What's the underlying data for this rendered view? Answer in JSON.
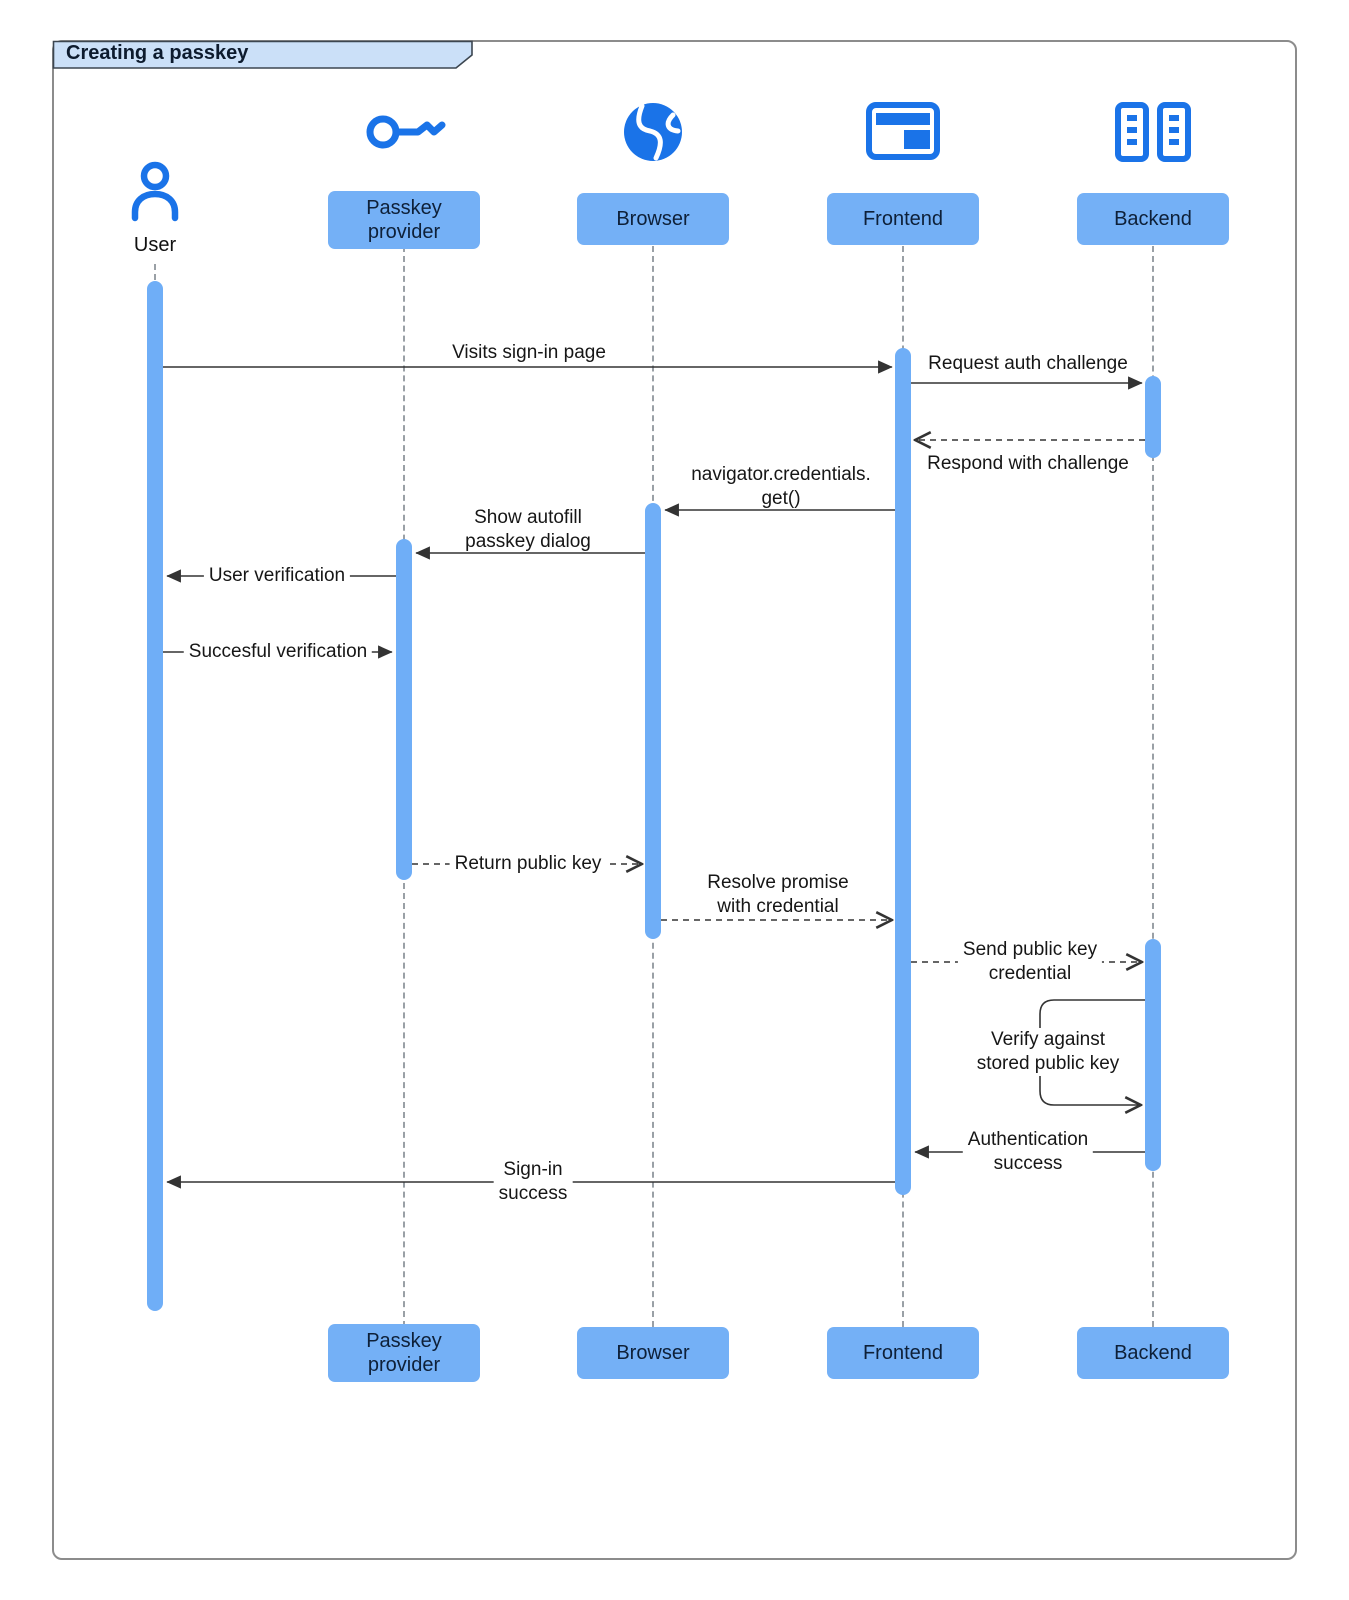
{
  "frame": {
    "title": "Creating a passkey"
  },
  "actors": {
    "user": {
      "label": "User"
    },
    "passkey": {
      "label": "Passkey\nprovider"
    },
    "browser": {
      "label": "Browser"
    },
    "frontend": {
      "label": "Frontend"
    },
    "backend": {
      "label": "Backend"
    }
  },
  "messages": {
    "visits": {
      "label": "Visits sign-in page",
      "from": "User",
      "to": "Frontend",
      "line": "solid"
    },
    "request_challenge": {
      "label": "Request auth challenge",
      "from": "Frontend",
      "to": "Backend",
      "line": "solid"
    },
    "respond_challenge": {
      "label": "Respond with challenge",
      "from": "Backend",
      "to": "Frontend",
      "line": "dashed"
    },
    "navigator_get": {
      "label": "navigator.credentials.\nget()",
      "from": "Frontend",
      "to": "Browser",
      "line": "solid"
    },
    "show_autofill": {
      "label": "Show autofill\npasskey dialog",
      "from": "Browser",
      "to": "Passkey provider",
      "line": "solid"
    },
    "user_verification": {
      "label": "User verification",
      "from": "Passkey provider",
      "to": "User",
      "line": "solid"
    },
    "successful_verification": {
      "label": "Succesful verification",
      "from": "User",
      "to": "Passkey provider",
      "line": "solid"
    },
    "return_public_key": {
      "label": "Return public key",
      "from": "Passkey provider",
      "to": "Browser",
      "line": "dashed"
    },
    "resolve_promise": {
      "label": "Resolve promise\nwith credential",
      "from": "Browser",
      "to": "Frontend",
      "line": "dashed"
    },
    "send_public_key": {
      "label": "Send public key\ncredential",
      "from": "Frontend",
      "to": "Backend",
      "line": "dashed"
    },
    "verify_stored": {
      "label": "Verify against\nstored public key",
      "from": "Backend",
      "to": "Backend",
      "line": "self"
    },
    "auth_success": {
      "label": "Authentication\nsuccess",
      "from": "Backend",
      "to": "Frontend",
      "line": "solid"
    },
    "signin_success": {
      "label": "Sign-in\nsuccess",
      "from": "Frontend",
      "to": "User",
      "line": "solid"
    }
  },
  "colors": {
    "accent_blue": "#1A73E8",
    "box_fill": "#74B0F6",
    "bar_fill": "#6FAEF7",
    "tab_fill": "#CBE0F8",
    "line_dark": "#333333",
    "lifeline_gray": "#9AA0A6",
    "frame_border": "#8C8C8C"
  }
}
